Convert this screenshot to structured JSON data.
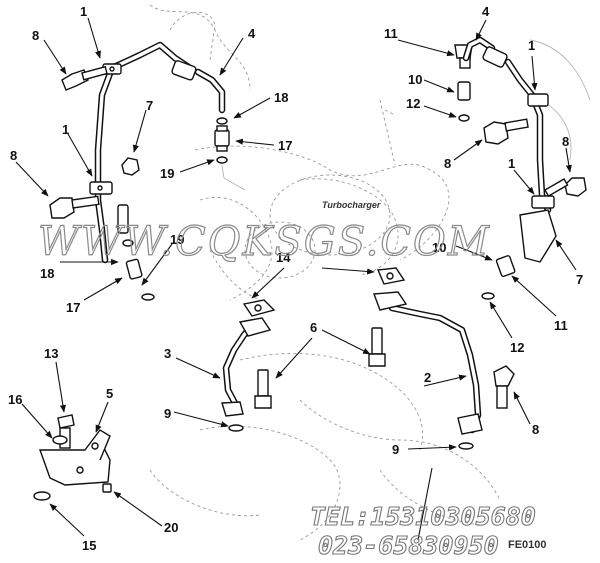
{
  "diagram": {
    "component_label": "Turbocharger",
    "watermark": "WWW.CQKSGS.COM",
    "contact_tel": "TEL:15310305680",
    "contact_phone": "023-65830950",
    "figure_code": "FE0100"
  },
  "callouts": [
    {
      "id": "c1",
      "label": "1"
    },
    {
      "id": "c2",
      "label": "8"
    },
    {
      "id": "c3",
      "label": "4"
    },
    {
      "id": "c4",
      "label": "18"
    },
    {
      "id": "c5",
      "label": "17"
    },
    {
      "id": "c6",
      "label": "19"
    },
    {
      "id": "c7",
      "label": "7"
    },
    {
      "id": "c8",
      "label": "1"
    },
    {
      "id": "c9",
      "label": "8"
    },
    {
      "id": "c10",
      "label": "19"
    },
    {
      "id": "c11",
      "label": "18"
    },
    {
      "id": "c12",
      "label": "17"
    },
    {
      "id": "c13",
      "label": "11"
    },
    {
      "id": "c14",
      "label": "4"
    },
    {
      "id": "c15",
      "label": "1"
    },
    {
      "id": "c16",
      "label": "10"
    },
    {
      "id": "c17",
      "label": "12"
    },
    {
      "id": "c18",
      "label": "8"
    },
    {
      "id": "c19",
      "label": "8"
    },
    {
      "id": "c20",
      "label": "1"
    },
    {
      "id": "c21",
      "label": "10"
    },
    {
      "id": "c22",
      "label": "7"
    },
    {
      "id": "c23",
      "label": "11"
    },
    {
      "id": "c24",
      "label": "12"
    },
    {
      "id": "c25",
      "label": "14"
    },
    {
      "id": "c26",
      "label": "6"
    },
    {
      "id": "c27",
      "label": "3"
    },
    {
      "id": "c28",
      "label": "2"
    },
    {
      "id": "c29",
      "label": "8"
    },
    {
      "id": "c30",
      "label": "9"
    },
    {
      "id": "c31",
      "label": "9"
    },
    {
      "id": "c32",
      "label": "13"
    },
    {
      "id": "c33",
      "label": "16"
    },
    {
      "id": "c34",
      "label": "5"
    },
    {
      "id": "c35",
      "label": "15"
    },
    {
      "id": "c36",
      "label": "20"
    }
  ]
}
